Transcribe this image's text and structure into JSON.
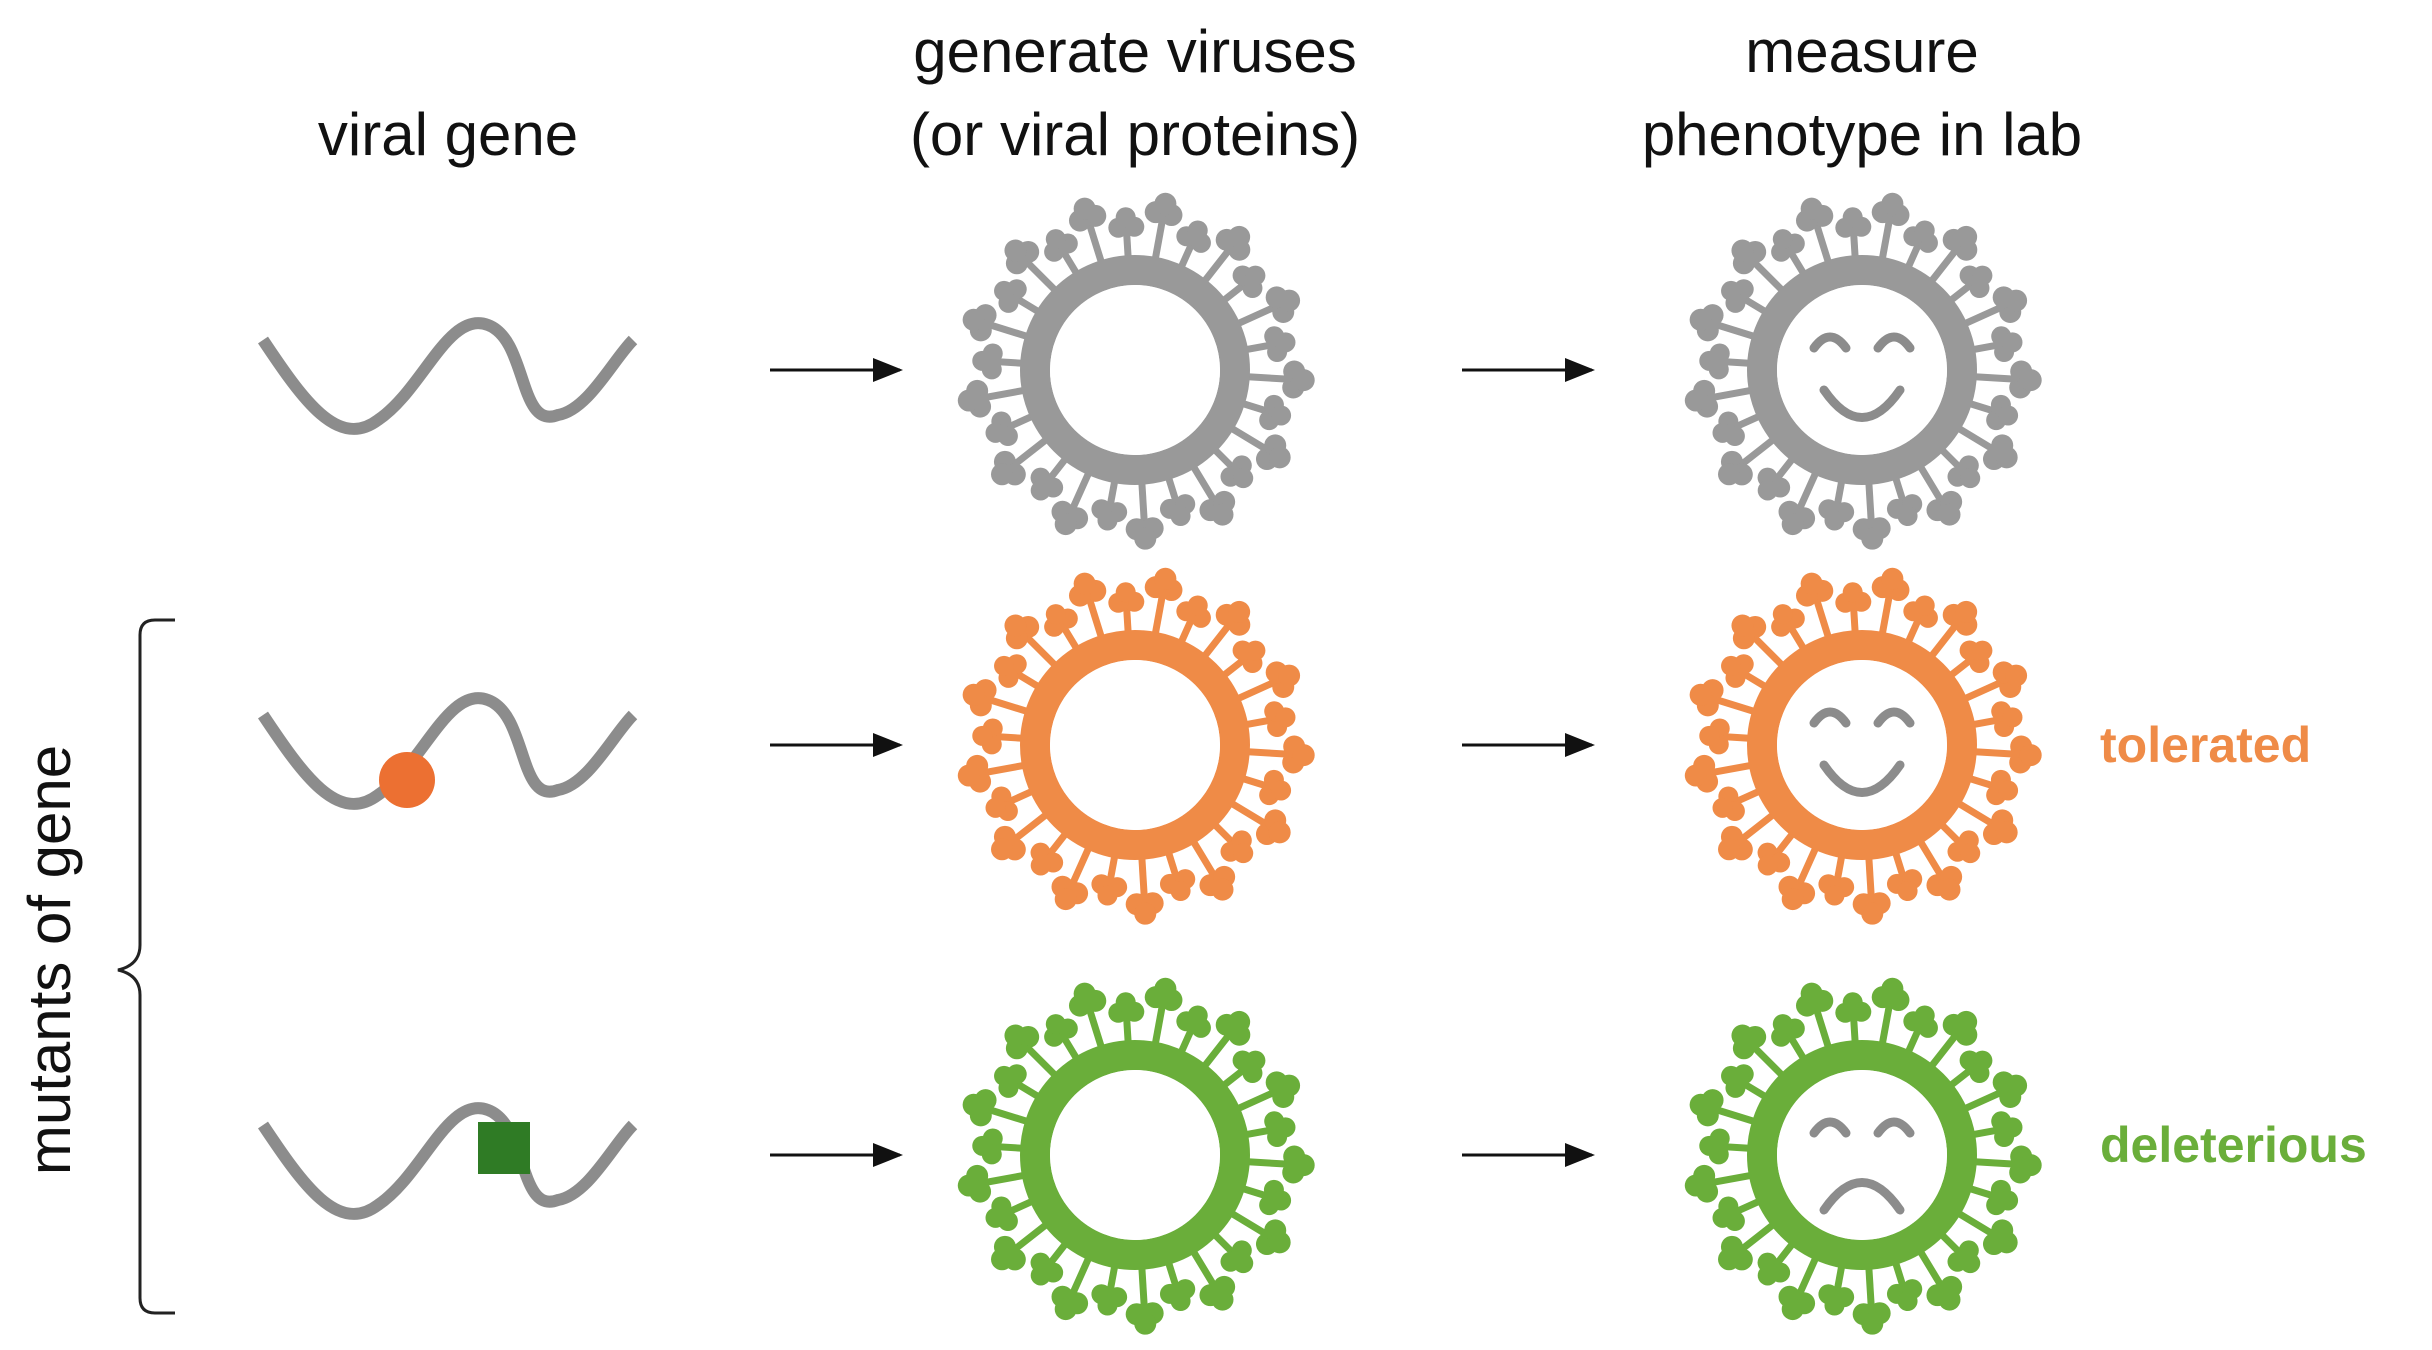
{
  "columns": {
    "gene": {
      "label": "viral gene"
    },
    "generate": {
      "line1": "generate viruses",
      "line2": "(or viral proteins)"
    },
    "measure": {
      "line1": "measure",
      "line2": "phenotype in lab"
    }
  },
  "group_label": "mutants of gene",
  "colors": {
    "wildtype": "#999999",
    "tolerated": "#EF8B47",
    "deleterious": "#6AAE3A",
    "mutation_circle": "#EC7032",
    "mutation_square": "#2F7B25",
    "gene_line": "#8C8C8C",
    "arrow": "#111111"
  },
  "rows": [
    {
      "id": "wildtype",
      "virus_color": "wildtype",
      "mutation": "none",
      "face": "happy",
      "outcome": ""
    },
    {
      "id": "tolerated",
      "virus_color": "tolerated",
      "mutation": "circle",
      "face": "happy",
      "outcome": "tolerated"
    },
    {
      "id": "deleterious",
      "virus_color": "deleterious",
      "mutation": "square",
      "face": "sad",
      "outcome": "deleterious"
    }
  ]
}
